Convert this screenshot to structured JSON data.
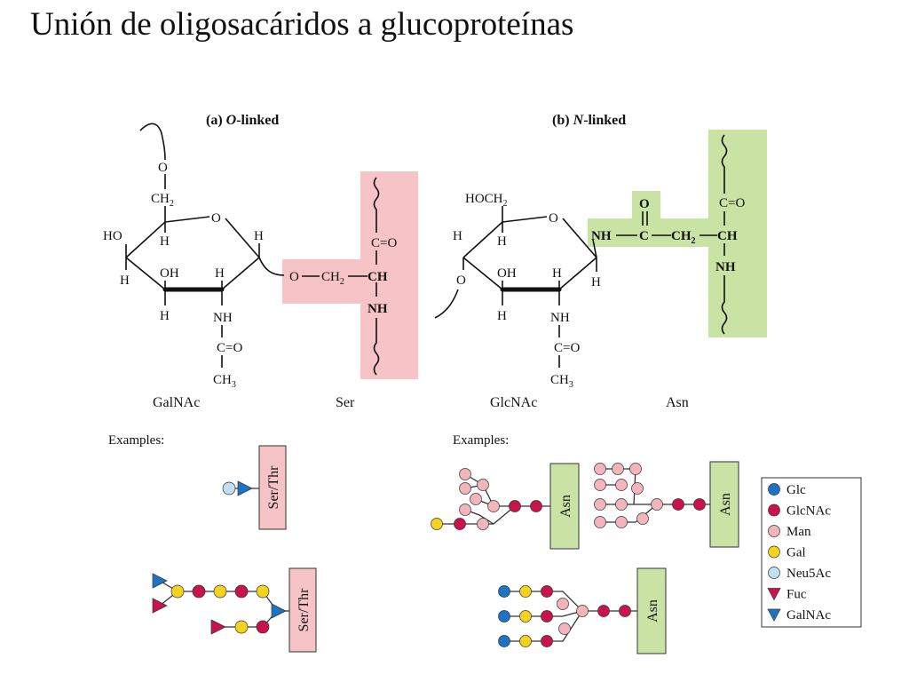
{
  "slide": {
    "title": "Unión de oligosacáridos a glucoproteínas"
  },
  "panel_a": {
    "heading_prefix": "(a) ",
    "heading_italic": "O",
    "heading_suffix": "-linked",
    "sugar_name": "GalNAc",
    "residue_name": "Ser",
    "examples_label": "Examples:",
    "peptide_label": "Ser/Thr"
  },
  "panel_b": {
    "heading_prefix": "(b) ",
    "heading_italic": "N",
    "heading_suffix": "-linked",
    "sugar_name": "GlcNAc",
    "residue_name": "Asn",
    "examples_label": "Examples:",
    "peptide_label": "Asn"
  },
  "colors": {
    "ser_highlight": "#f6c3c6",
    "asn_highlight": "#c9e3a4",
    "Glc": "#1f73c4",
    "GlcNAc": "#c8134c",
    "Man": "#f2b5bb",
    "Gal": "#f4d21f",
    "Neu5Ac": "#bfe0f4",
    "Fuc": "#c8134c",
    "GalNAc": "#1f73c4"
  },
  "legend": {
    "items": [
      {
        "label": "Glc",
        "shape": "circle",
        "color": "#1f73c4"
      },
      {
        "label": "GlcNAc",
        "shape": "circle",
        "color": "#c8134c"
      },
      {
        "label": "Man",
        "shape": "circle",
        "color": "#f2b5bb"
      },
      {
        "label": "Gal",
        "shape": "circle",
        "color": "#f4d21f"
      },
      {
        "label": "Neu5Ac",
        "shape": "circle",
        "color": "#bfe0f4"
      },
      {
        "label": "Fuc",
        "shape": "triangle-down",
        "color": "#c8134c"
      },
      {
        "label": "GalNAc",
        "shape": "triangle-down",
        "color": "#1f73c4"
      }
    ]
  },
  "atoms": {
    "O": "O",
    "H": "H",
    "OH": "OH",
    "HO": "HO",
    "NH": "NH",
    "C": "C",
    "CH": "CH",
    "CH2": "CH",
    "CH3": "CH",
    "HOCH2": "HOCH",
    "sub2": "2",
    "sub3": "3",
    "eqO": "=O"
  }
}
